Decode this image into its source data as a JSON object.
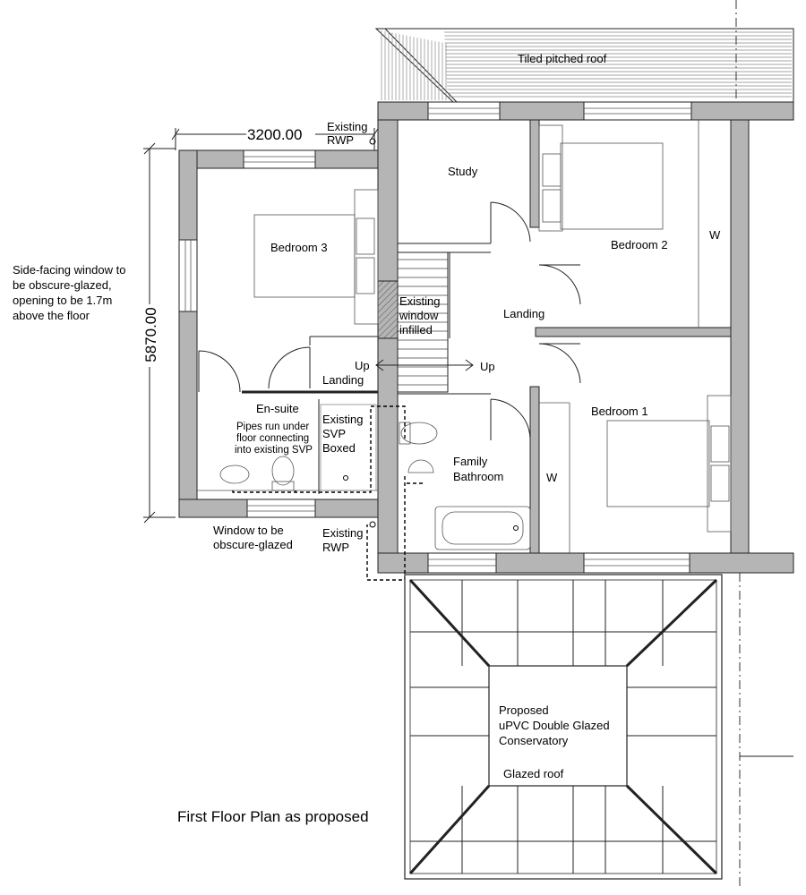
{
  "title": "First Floor Plan as proposed",
  "roof_label": "Tiled pitched roof",
  "dimensions": {
    "width": "3200.00",
    "depth": "5870.00"
  },
  "rooms": {
    "bedroom1": "Bedroom 1",
    "bedroom2": "Bedroom 2",
    "bedroom3": "Bedroom 3",
    "study": "Study",
    "landing": "Landing",
    "landing2": "Landing",
    "ensuite": "En-suite",
    "bathroom_line1": "Family",
    "bathroom_line2": "Bathroom",
    "wardrobe1": "W",
    "wardrobe2": "W"
  },
  "notes": {
    "side_window": [
      "Side-facing window to",
      "be obscure-glazed,",
      "opening to be 1.7m",
      "above the floor"
    ],
    "rwp_top": [
      "Existing",
      "RWP"
    ],
    "rwp_bottom": [
      "Existing",
      "RWP"
    ],
    "window_infilled": [
      "Existing",
      "window",
      "infilled"
    ],
    "svp_boxed": [
      "Existing",
      "SVP",
      "Boxed"
    ],
    "pipes": [
      "Pipes run under",
      "floor connecting",
      "into existing SVP"
    ],
    "window_obscure": [
      "Window to be",
      "obscure-glazed"
    ],
    "up1": "Up",
    "up2": "Up",
    "conservatory": [
      "Proposed",
      "uPVC Double Glazed",
      "Conservatory"
    ],
    "glazed_roof": "Glazed roof"
  }
}
